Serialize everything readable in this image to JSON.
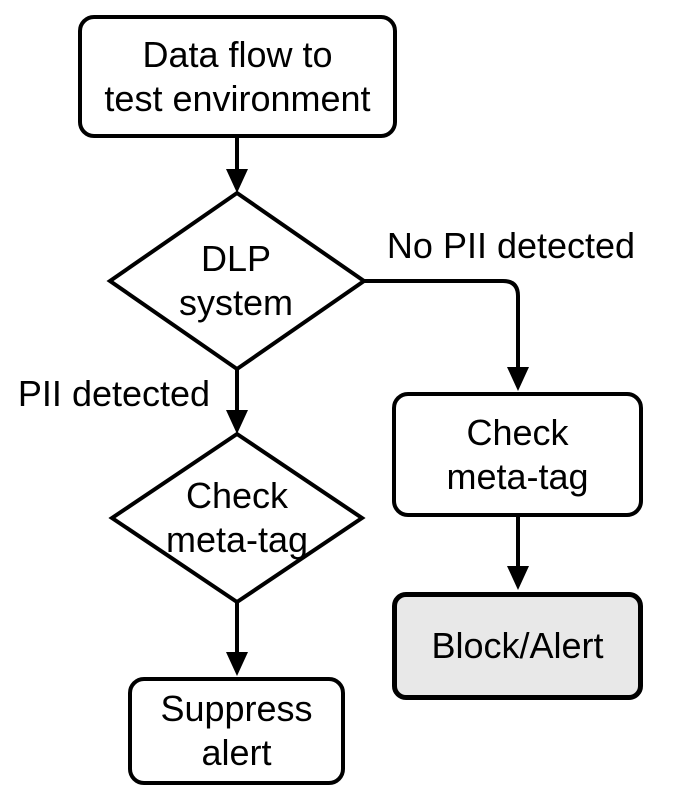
{
  "flowchart": {
    "nodes": {
      "start": {
        "line1": "Data flow to",
        "line2": "test environment"
      },
      "dlp": {
        "line1": "DLP",
        "line2": "system"
      },
      "check_meta_no_pii": {
        "line1": "Check",
        "line2": "meta-tag"
      },
      "block_alert": {
        "label": "Block/Alert"
      },
      "check_meta_pii": {
        "line1": "Check",
        "line2": "meta-tag"
      },
      "suppress_alert": {
        "line1": "Suppress",
        "line2": "alert"
      }
    },
    "edge_labels": {
      "no_pii": "No PII detected",
      "pii": "PII detected"
    },
    "colors": {
      "line": "#000000",
      "text": "#000000",
      "node_fill": "#ffffff",
      "highlight_fill": "#e8e8e8",
      "background": "#ffffff"
    }
  }
}
